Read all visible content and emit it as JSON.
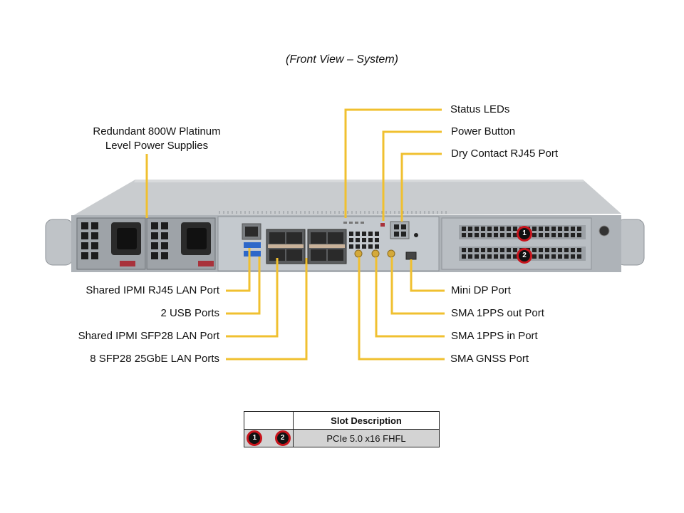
{
  "caption": "(Front View – System)",
  "colors": {
    "leader_line": "#f0c030",
    "chassis": "#c9cccf",
    "chassis_face": "#b4b9be",
    "badge_ring": "#c8141c",
    "table_row_bg": "#d3d3d3"
  },
  "callouts": {
    "top": {
      "psu": "Redundant 800W Platinum Level Power Supplies",
      "psu_line1": "Redundant 800W Platinum",
      "psu_line2": "Level Power Supplies"
    },
    "right_top": [
      {
        "label": "Status LEDs"
      },
      {
        "label": "Power Button"
      },
      {
        "label": "Dry Contact RJ45 Port"
      }
    ],
    "left_bottom": [
      {
        "label": "Shared IPMI RJ45 LAN Port"
      },
      {
        "label": "2 USB Ports"
      },
      {
        "label": "Shared IPMI SFP28 LAN Port"
      },
      {
        "label": "8 SFP28 25GbE LAN Ports"
      }
    ],
    "right_bottom": [
      {
        "label": "Mini DP Port"
      },
      {
        "label": "SMA 1PPS out Port"
      },
      {
        "label": "SMA 1PPS in Port"
      },
      {
        "label": "SMA GNSS Port"
      }
    ]
  },
  "slot_badges": [
    "1",
    "2"
  ],
  "slot_table": {
    "header": "Slot Description",
    "rows": [
      {
        "slots": [
          "1",
          "2"
        ],
        "description": "PCIe 5.0 x16 FHFL"
      }
    ]
  }
}
